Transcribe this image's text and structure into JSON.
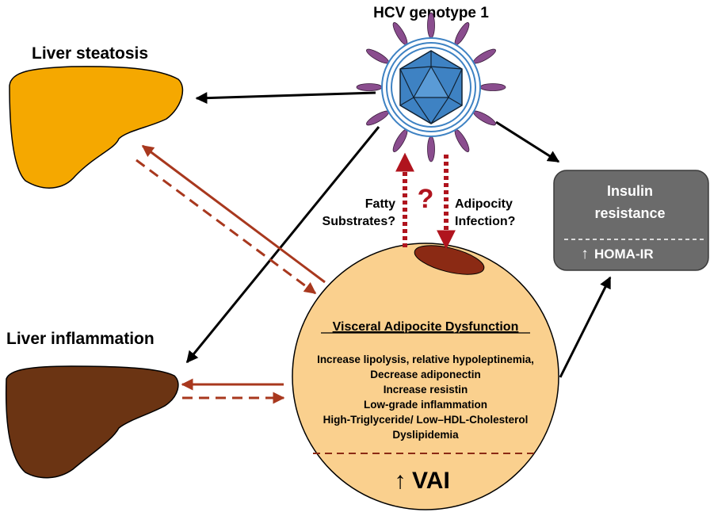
{
  "virus": {
    "title": "HCV genotype 1"
  },
  "liver_steatosis": {
    "label": "Liver steatosis"
  },
  "liver_inflammation": {
    "label": "Liver inflammation"
  },
  "question": {
    "mark": "?",
    "left_line1": "Fatty",
    "left_line2": "Substrates?",
    "right_line1": "Adipocity",
    "right_line2": "Infection?"
  },
  "insulin": {
    "line1": "Insulin",
    "line2": "resistance",
    "marker_arrow": "↑",
    "marker": "HOMA-IR"
  },
  "adipocyte": {
    "title": "Visceral Adipocite Dysfunction",
    "lines": [
      "Increase lipolysis, relative hypoleptinemia,",
      "Decrease adiponectin",
      "Increase resistin",
      "Low-grade inflammation",
      "High-Triglyceride/ Low–HDL-Cholesterol",
      "Dyslipidemia"
    ],
    "marker_arrow": "↑",
    "marker": "VAI"
  },
  "colors": {
    "steatosis_liver": "#F5A800",
    "inflamed_liver": "#6B3413",
    "adipocyte_fill": "#FAD08E",
    "adipocyte_spot": "#8B2A14",
    "insulin_box": "#6B6B6B",
    "virus_core": "#3E82C3",
    "virus_spike": "#8A4D8E",
    "link_red": "#A8381E",
    "question_red": "#B0141E",
    "arrow_black": "#000000"
  }
}
